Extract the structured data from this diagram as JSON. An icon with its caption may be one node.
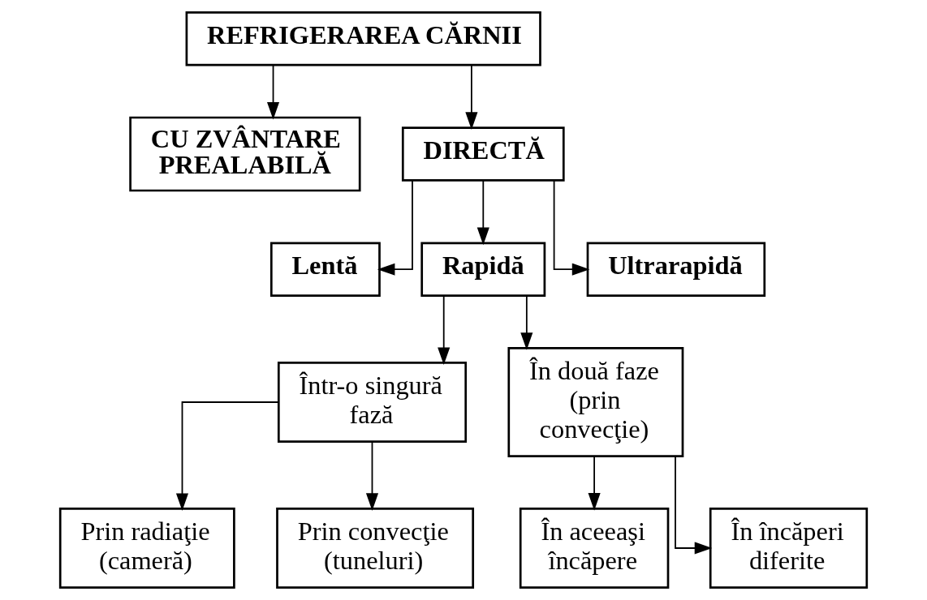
{
  "diagram": {
    "nodes": [
      {
        "text": [
          "REFRIGERAREA CĂRNII"
        ]
      },
      {
        "text": [
          "CU ZVÂNTARE PREALABILĂ"
        ]
      },
      {
        "text": [
          "DIRECTĂ"
        ]
      },
      {
        "text": [
          "Lentă"
        ]
      },
      {
        "text": [
          "Rapidă"
        ]
      },
      {
        "text": [
          "Ultrarapidă"
        ]
      },
      {
        "text": [
          "Într-o singură fază"
        ]
      },
      {
        "text": [
          "În două faze (prin convecţie)"
        ]
      },
      {
        "text": [
          "Prin radiaţie (cameră)"
        ]
      },
      {
        "text": [
          "Prin convecţie (tuneluri)"
        ]
      },
      {
        "text": [
          "În aceeaşi încăpere"
        ]
      },
      {
        "text": [
          "În încăperi diferite"
        ]
      }
    ],
    "edges": [
      {
        "from": 0,
        "to": 1,
        "arrow": "to"
      },
      {
        "from": 0,
        "to": 2,
        "arrow": "to"
      },
      {
        "from": 2,
        "to": 3,
        "arrow": "to"
      },
      {
        "from": 2,
        "to": 4,
        "arrow": "to"
      },
      {
        "from": 2,
        "to": 5,
        "arrow": "to"
      },
      {
        "from": 4,
        "to": 6,
        "arrow": "to"
      },
      {
        "from": 4,
        "to": 7,
        "arrow": "to"
      },
      {
        "from": 6,
        "to": 8,
        "arrow": "to"
      },
      {
        "from": 6,
        "to": 9,
        "arrow": "to"
      },
      {
        "from": 7,
        "to": 10,
        "arrow": "to"
      },
      {
        "from": 7,
        "to": 11,
        "arrow": "to"
      }
    ]
  }
}
